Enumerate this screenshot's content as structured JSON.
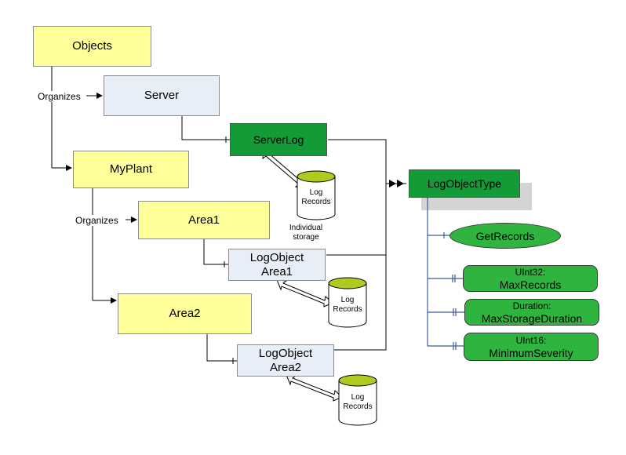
{
  "nodes": {
    "objects": "Objects",
    "server": "Server",
    "serverlog": "ServerLog",
    "myplant": "MyPlant",
    "area1": "Area1",
    "logobject_area1": {
      "line1": "LogObject",
      "line2": "Area1"
    },
    "area2": "Area2",
    "logobject_area2": {
      "line1": "LogObject",
      "line2": "Area2"
    },
    "logobjecttype": "LogObjectType"
  },
  "references": {
    "organizes_1": "Organizes",
    "organizes_2": "Organizes"
  },
  "storage": {
    "cylinder_label_line1": "Log",
    "cylinder_label_line2": "Records",
    "individual_line1": "Individual",
    "individual_line2": "storage"
  },
  "members": {
    "getrecords": "GetRecords",
    "maxrecords": {
      "type": "UInt32:",
      "name": "MaxRecords"
    },
    "maxstorageduration": {
      "type": "Duration:",
      "name": "MaxStorageDuration"
    },
    "minimumseverity": {
      "type": "UInt16:",
      "name": "MinimumSeverity"
    }
  },
  "colors": {
    "object_fill": "#ffff99",
    "log_object_fill": "#e8eef8",
    "type_fill": "#129b37",
    "member_fill": "#2fb53f",
    "connector_blue": "#3b5aa0"
  }
}
